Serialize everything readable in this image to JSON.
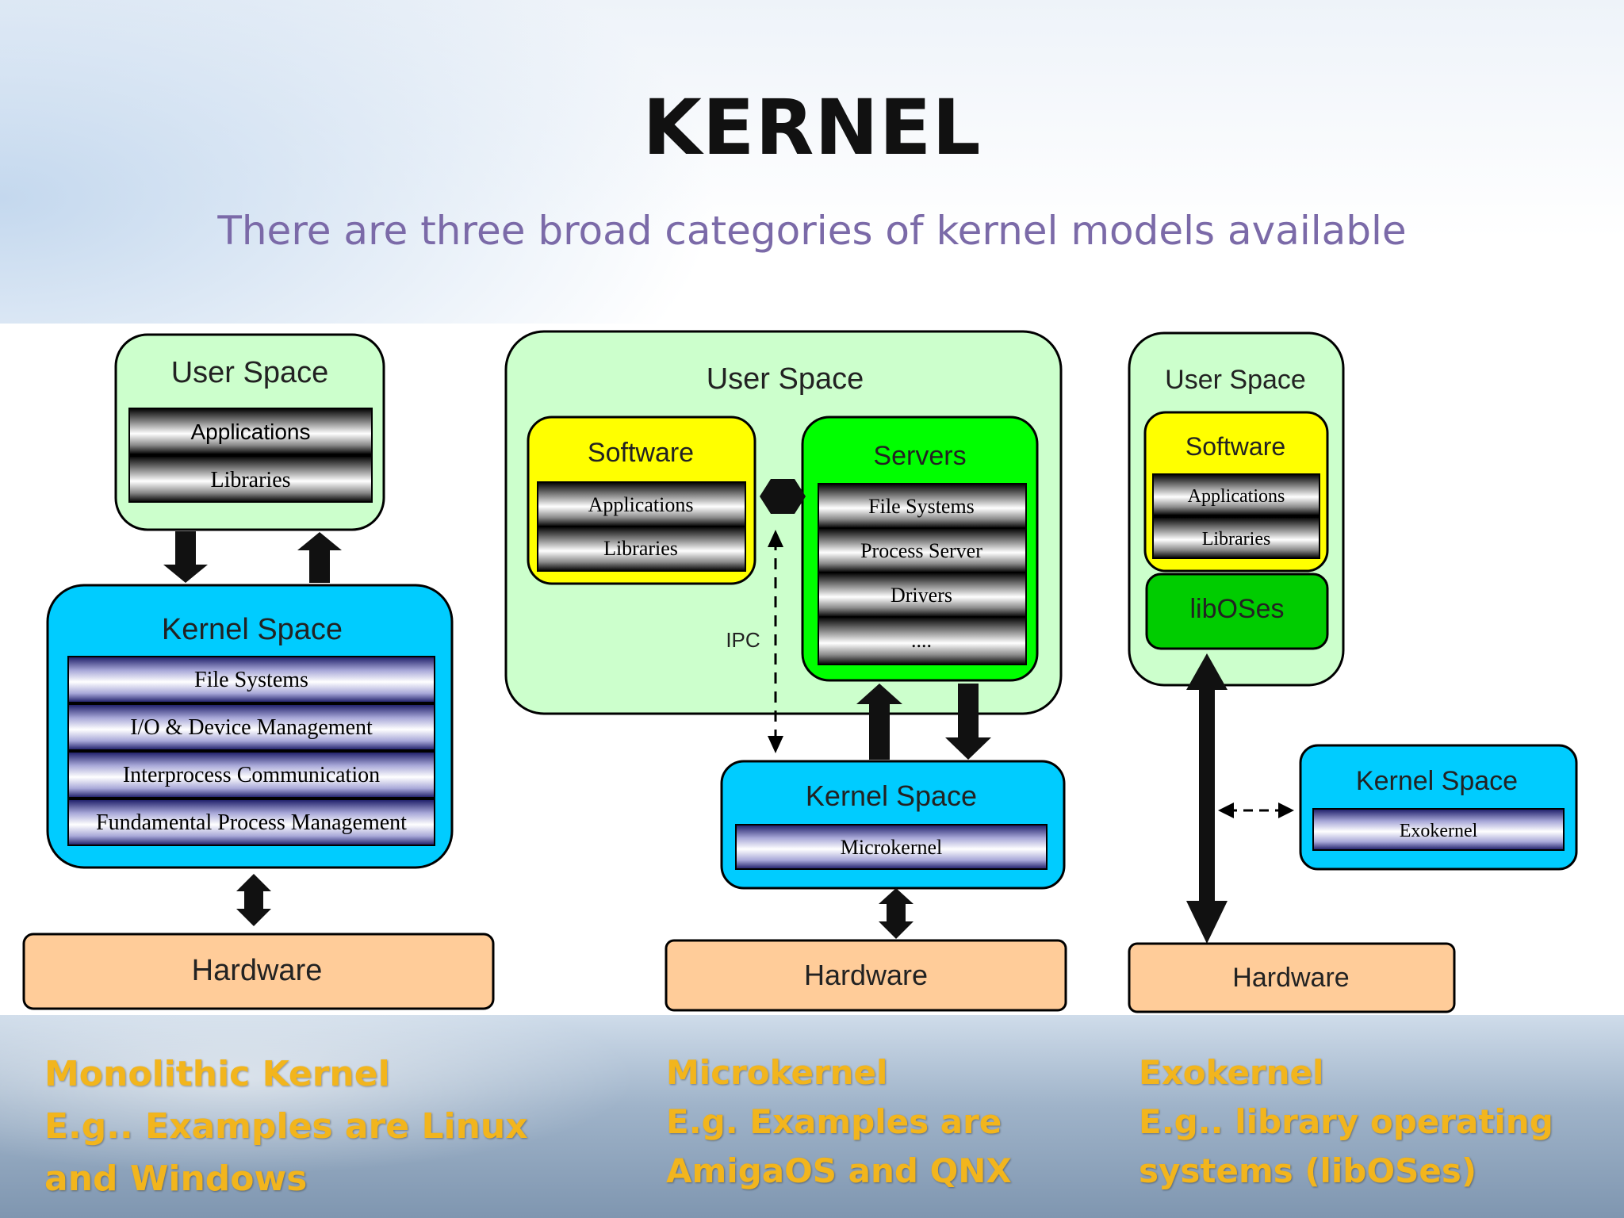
{
  "slide": {
    "title": "KERNEL",
    "subtitle": "There are three broad categories of kernel models available"
  },
  "monolithic": {
    "user_space": "User Space",
    "user_layers": [
      "Applications",
      "Libraries"
    ],
    "kernel_space": "Kernel Space",
    "kernel_layers": [
      "File Systems",
      "I/O & Device Management",
      "Interprocess Communication",
      "Fundamental Process Management"
    ],
    "hardware": "Hardware",
    "caption": [
      "Monolithic Kernel",
      "E.g.. Examples are Linux",
      "and Windows"
    ]
  },
  "microkernel": {
    "user_space": "User Space",
    "software": "Software",
    "software_layers": [
      "Applications",
      "Libraries"
    ],
    "servers": "Servers",
    "server_layers": [
      "File Systems",
      "Process Server",
      "Drivers",
      "...."
    ],
    "ipc": "IPC",
    "kernel_space": "Kernel Space",
    "kernel_layer": "Microkernel",
    "hardware": "Hardware",
    "caption": [
      "Microkernel",
      "E.g. Examples are",
      "AmigaOS and QNX"
    ]
  },
  "exokernel": {
    "user_space": "User Space",
    "software": "Software",
    "software_layers": [
      "Applications",
      "Libraries"
    ],
    "libos": "libOSes",
    "kernel_space": "Kernel Space",
    "kernel_layer": "Exokernel",
    "hardware": "Hardware",
    "caption": [
      "Exokernel",
      "E.g.. library operating",
      "systems (libOSes)"
    ]
  },
  "colors": {
    "title": "#111111",
    "subtitle": "#7b6aa8",
    "user_space_fill": "#ccffcc",
    "kernel_space_fill": "#00ccff",
    "software_fill": "#ffff00",
    "servers_fill": "#00ff00",
    "libos_fill": "#00cc00",
    "hardware_fill": "#ffcc99",
    "caption": "#f2b51d"
  }
}
